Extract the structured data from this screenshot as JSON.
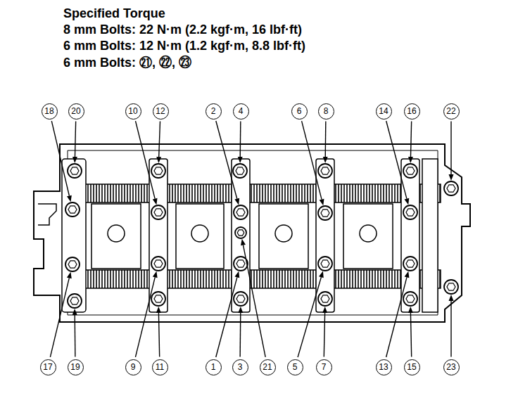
{
  "diagram": {
    "title": "Specified Torque",
    "labels": [
      "8 mm Bolts: 22 N·m (2.2 kgf·m, 16 lbf·ft)",
      "6 mm Bolts: 12 N·m (1.2 kgf·m, 8.8 lbf·ft)",
      "6 mm Bolts: ㉑, ㉒, ㉓",
      "1",
      "2",
      "3",
      "4",
      "5",
      "6",
      "7",
      "8",
      "9",
      "10",
      "11",
      "12",
      "13",
      "14",
      "15",
      "16",
      "17",
      "18",
      "19",
      "20",
      "21",
      "22",
      "23"
    ]
  }
}
